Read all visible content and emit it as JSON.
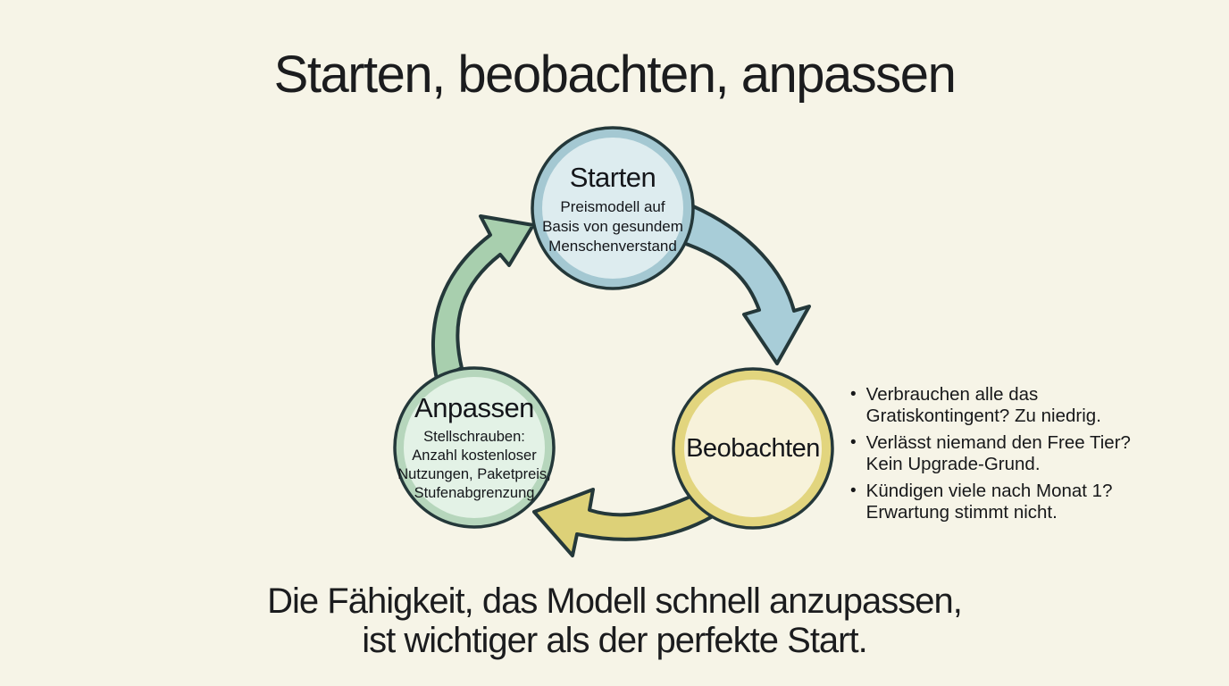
{
  "title": "Starten, beobachten, anpassen",
  "cycle": {
    "starten": {
      "label": "Starten",
      "sub1": "Preismodell auf",
      "sub2": "Basis von gesundem",
      "sub3": "Menschenverstand"
    },
    "beobachten": {
      "label": "Beobachten"
    },
    "anpassen": {
      "label": "Anpassen",
      "sub1": "Stellschrauben:",
      "sub2": "Anzahl kostenloser",
      "sub3": "Nutzungen, Paketpreis,",
      "sub4": "Stufenabgrenzung"
    }
  },
  "bullets": [
    {
      "line1": "Verbrauchen alle das",
      "line2": "Gratiskontingent? Zu niedrig."
    },
    {
      "line1": "Verlässt niemand den Free Tier?",
      "line2": "Kein Upgrade-Grund."
    },
    {
      "line1": "Kündigen viele nach Monat 1?",
      "line2": "Erwartung stimmt nicht."
    }
  ],
  "caption": {
    "line1": "Die Fähigkeit, das Modell schnell anzupassen,",
    "line2": "ist wichtiger als der perfekte Start."
  },
  "bullet_glyph": "•",
  "colors": {
    "background": "#f6f4e7",
    "outline": "#24383a",
    "text_dark": "#1b1c1e",
    "starten_ring": "#a4c8d2",
    "starten_fill": "#ddecef",
    "anpassen_ring": "#b6d6bc",
    "anpassen_fill": "#e3f2e6",
    "beobachten_ring": "#e2d57e",
    "beobachten_fill": "#f7f2da",
    "arrow_blue": "#a8cdd8",
    "arrow_green": "#a8cfae",
    "arrow_yellow": "#ddd178"
  }
}
